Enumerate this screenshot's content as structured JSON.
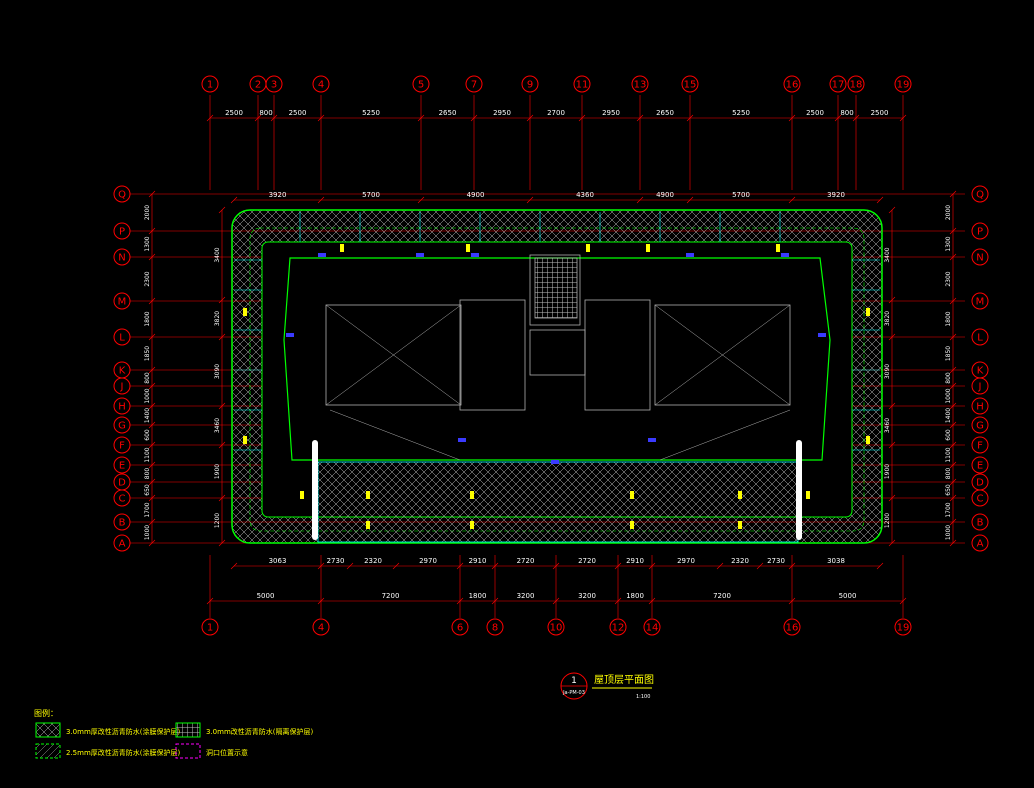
{
  "colors": {
    "background": "#000000",
    "axis": "#ff0000",
    "dim_text": "#ffffff",
    "green": "#00ff00",
    "cyan": "#00ffff",
    "yellow": "#ffff00",
    "blue": "#3a3aff",
    "magenta": "#ff00ff",
    "grey": "#b0b0b0"
  },
  "grid": {
    "col_labels_top": [
      "1",
      "2",
      "3",
      "4",
      "5",
      "7",
      "9",
      "11",
      "13",
      "15",
      "16",
      "17",
      "18",
      "19"
    ],
    "col_labels_bottom": [
      "1",
      "4",
      "6",
      "8",
      "10",
      "12",
      "14",
      "16",
      "19"
    ],
    "row_labels": [
      "Q",
      "P",
      "N",
      "M",
      "L",
      "K",
      "J",
      "H",
      "G",
      "F",
      "E",
      "D",
      "C",
      "B",
      "A"
    ]
  },
  "dims": {
    "top_row1": [
      "2500",
      "800",
      "2500",
      "5250",
      "2650",
      "2950",
      "2700",
      "2950",
      "2650",
      "5250",
      "2500",
      "800",
      "2500"
    ],
    "top_row2": [
      "3920",
      "5700",
      "4900",
      "4360",
      "4900",
      "5700",
      "3920"
    ],
    "bottom_row1": [
      "3063",
      "2730",
      "2320",
      "2970",
      "2910",
      "2720",
      "2720",
      "2910",
      "2970",
      "2320",
      "2730",
      "3038"
    ],
    "bottom_row2": [
      "5000",
      "7200",
      "1800",
      "3200",
      "3200",
      "1800",
      "7200",
      "5000"
    ],
    "left_outer": [
      "2000",
      "1300",
      "2300",
      "1800",
      "1850",
      "800",
      "1000",
      "1400",
      "600",
      "1100",
      "800",
      "650",
      "1700",
      "1000"
    ],
    "left_inner": [
      "3400",
      "3820",
      "3090",
      "3460",
      "1900",
      "1200"
    ]
  },
  "title": {
    "number": "1",
    "ref": "Ja-PM-03",
    "text": "屋顶层平面图",
    "scale": "1:100"
  },
  "legend": {
    "heading": "图例：",
    "items": [
      {
        "label": "3.0mm厚改性沥青防水(涂膜保护层)"
      },
      {
        "label": "3.0mm改性沥青防水(隔离保护层)"
      },
      {
        "label": "2.5mm厚改性沥青防水(涂膜保护层)"
      },
      {
        "label": "洞口位置示意"
      }
    ]
  }
}
